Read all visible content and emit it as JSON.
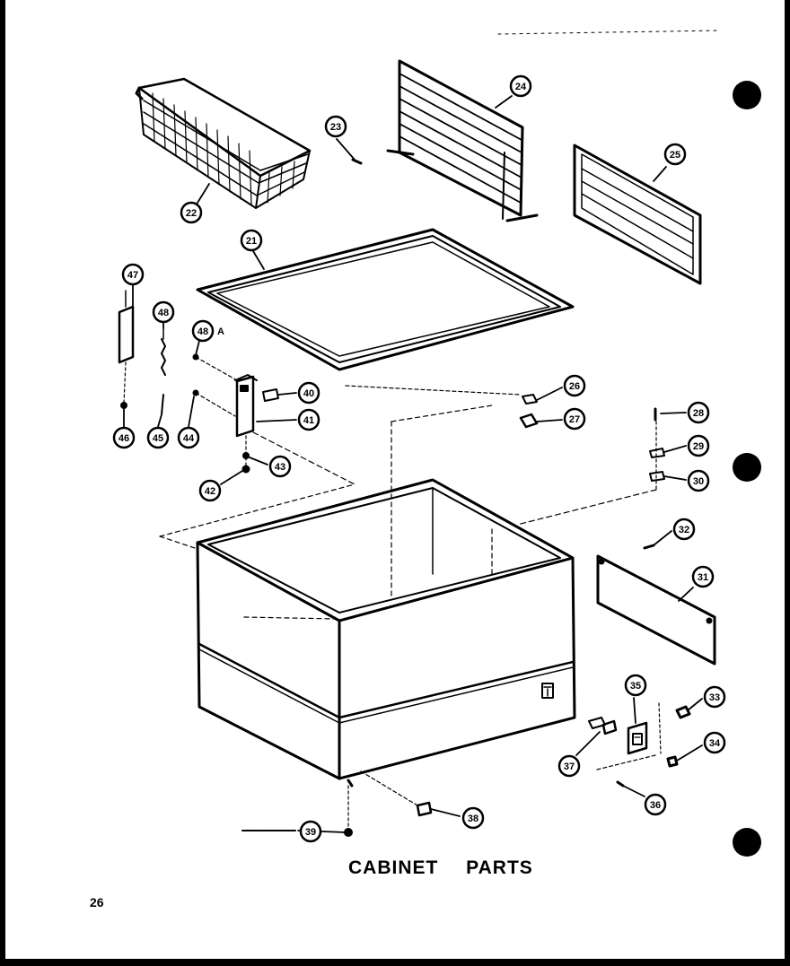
{
  "title": "CABINET  PARTS",
  "page_number": "26",
  "callouts": [
    {
      "id": "21",
      "label": "21"
    },
    {
      "id": "22",
      "label": "22"
    },
    {
      "id": "23",
      "label": "23"
    },
    {
      "id": "24",
      "label": "24"
    },
    {
      "id": "25",
      "label": "25"
    },
    {
      "id": "26",
      "label": "26"
    },
    {
      "id": "27",
      "label": "27"
    },
    {
      "id": "28",
      "label": "28"
    },
    {
      "id": "29",
      "label": "29"
    },
    {
      "id": "30",
      "label": "30"
    },
    {
      "id": "31",
      "label": "31"
    },
    {
      "id": "32",
      "label": "32"
    },
    {
      "id": "33",
      "label": "33"
    },
    {
      "id": "34",
      "label": "34"
    },
    {
      "id": "35",
      "label": "35"
    },
    {
      "id": "36",
      "label": "36"
    },
    {
      "id": "37",
      "label": "37"
    },
    {
      "id": "38",
      "label": "38"
    },
    {
      "id": "39",
      "label": "39"
    },
    {
      "id": "40",
      "label": "40"
    },
    {
      "id": "41",
      "label": "41"
    },
    {
      "id": "42",
      "label": "42"
    },
    {
      "id": "43",
      "label": "43"
    },
    {
      "id": "44",
      "label": "44"
    },
    {
      "id": "45",
      "label": "45"
    },
    {
      "id": "46",
      "label": "46"
    },
    {
      "id": "47",
      "label": "47"
    },
    {
      "id": "48",
      "label": "48"
    },
    {
      "id": "48A",
      "label": "48",
      "suffix": "A"
    }
  ]
}
